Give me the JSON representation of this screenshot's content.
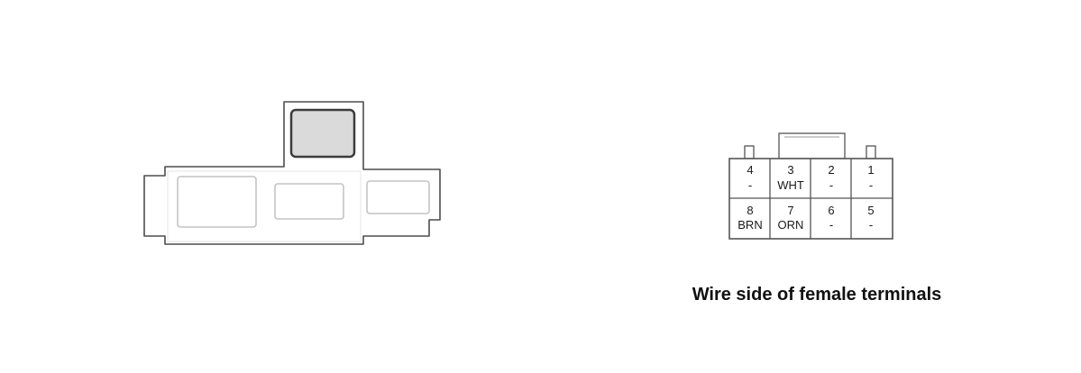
{
  "connector": {
    "caption": "Wire side of female terminals",
    "pins": [
      {
        "number": "4",
        "color": "-"
      },
      {
        "number": "3",
        "color": "WHT"
      },
      {
        "number": "2",
        "color": "-"
      },
      {
        "number": "1",
        "color": "-"
      },
      {
        "number": "8",
        "color": "BRN"
      },
      {
        "number": "7",
        "color": "ORN"
      },
      {
        "number": "6",
        "color": "-"
      },
      {
        "number": "5",
        "color": "-"
      }
    ]
  },
  "colors": {
    "outline": "#555555",
    "light_outline": "#c8c8c8",
    "connector_fill": "#d9dad9",
    "text": "#1a1a1a"
  }
}
